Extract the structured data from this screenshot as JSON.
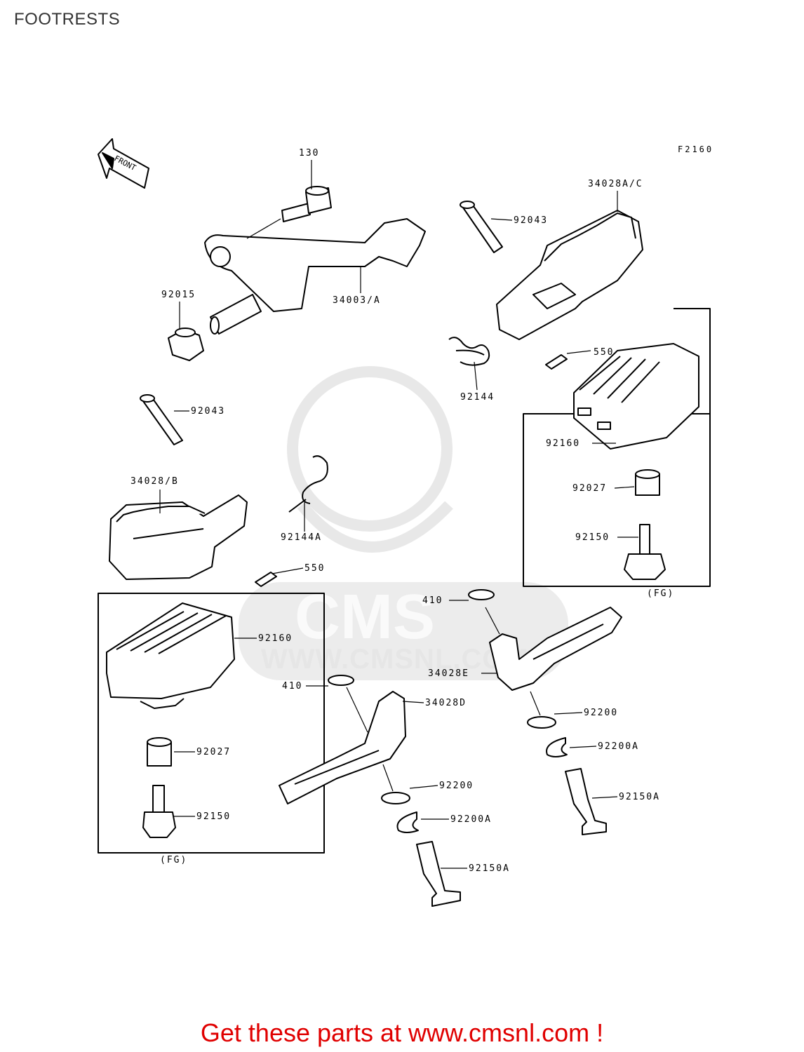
{
  "page_title": "FOOTRESTS",
  "figure_code": "F2160",
  "front_arrow_label": "FRONT",
  "watermark": {
    "brand": "CMS",
    "url": "WWW.CMSNL.COM"
  },
  "labels": {
    "p130": "130",
    "p34003a": "34003/A",
    "p92015": "92015",
    "p92043_top": "92043",
    "p34028ac": "34028A/C",
    "p92144": "92144",
    "p550_right": "550",
    "p92043_left": "92043",
    "p34028b": "34028/B",
    "p92144a": "92144A",
    "p550_left": "550",
    "p92160_right": "92160",
    "p92027_right": "92027",
    "p92150_right": "92150",
    "fg_right": "(FG)",
    "p92160_left": "92160",
    "p92027_left": "92027",
    "p92150_left": "92150",
    "fg_left": "(FG)",
    "p410_top": "410",
    "p34028e": "34028E",
    "p410_left": "410",
    "p34028d": "34028D",
    "p92200_right": "92200",
    "p92200a_right": "92200A",
    "p92150a_right": "92150A",
    "p92200_left": "92200",
    "p92200a_left": "92200A",
    "p92150a_left": "92150A"
  },
  "footer_cta": "Get these parts at www.cmsnl.com !"
}
